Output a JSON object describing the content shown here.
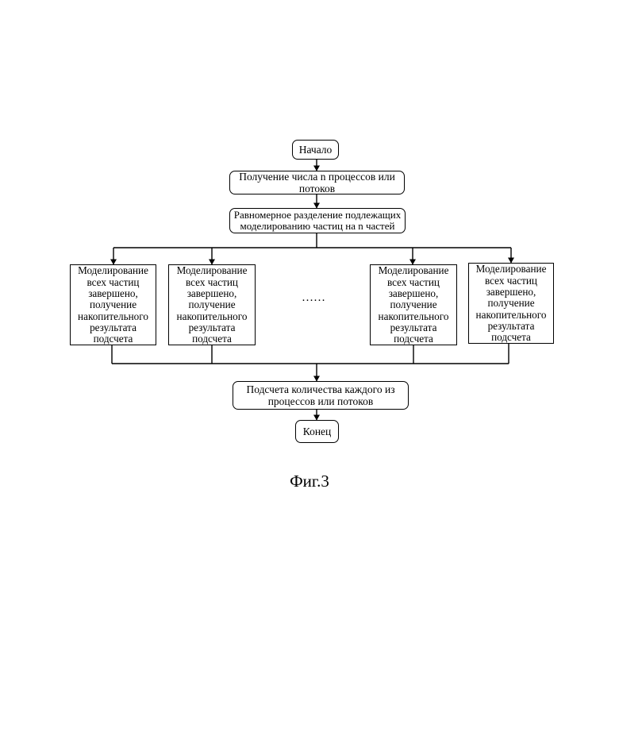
{
  "flowchart": {
    "start": "Начало",
    "get_count": "Получение числа n процессов или\nпотоков",
    "split": "Равномерное разделение подлежащих\nмоделированию частиц на n частей",
    "simulation": "Моделирование\nвсех частиц\nзавершено,\nполучение\nнакопительного\nрезультата\nподсчета",
    "ellipsis": "……",
    "count": "Подсчета количества каждого из\nпроцессов или потоков",
    "end": "Конец"
  },
  "caption": "Фиг.3"
}
